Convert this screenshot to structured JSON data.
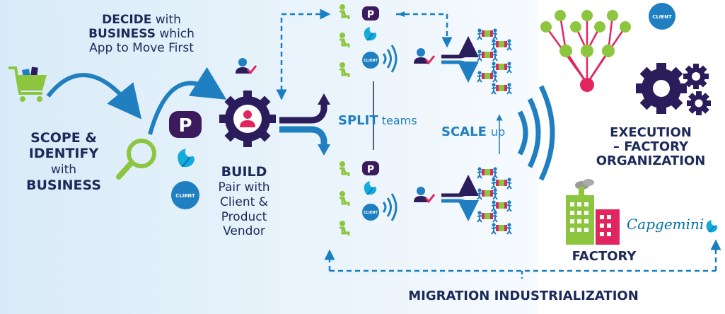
{
  "colors": {
    "navy": "#2b1d5c",
    "blue": "#1f7fc0",
    "sky": "#12abdb",
    "green": "#8cc63f",
    "purple": "#3b1a5e",
    "red": "#e1265f",
    "dashed_line": "#1a7fc0"
  },
  "decide": {
    "word_decide": "DECIDE",
    "with": " with",
    "word_business": "BUSINESS",
    "which": " which",
    "line3": "App to Move First"
  },
  "scope": {
    "line1": "SCOPE &",
    "line2": "IDENTIFY",
    "line3": "with",
    "line4": "BUSINESS"
  },
  "build": {
    "title": "BUILD",
    "line1": "Pair with",
    "line2": "Client &",
    "line3": "Product",
    "line4": "Vendor"
  },
  "split": {
    "word": "SPLIT",
    "rest": " teams"
  },
  "scale": {
    "word": "SCALE",
    "rest": "up"
  },
  "execution": {
    "line1": "EXECUTION",
    "line2": "– FACTORY",
    "line3": "ORGANIZATION"
  },
  "factory": {
    "label": "FACTORY",
    "brand": "Capgemini"
  },
  "migration": {
    "label": "MIGRATION INDUSTRIALIZATION"
  },
  "badges": {
    "p": "P",
    "client": "CLIENT"
  },
  "icons": [
    "shopping-cart-icon",
    "magnifier-icon",
    "p-badge-icon",
    "capgemini-spade-icon",
    "client-badge-icon",
    "user-check-icon",
    "gear-person-icon",
    "branch-arrow-icon",
    "wifi-waves-icon",
    "team-icon",
    "network-tree-icon",
    "gears-icon",
    "factory-building-icon",
    "capgemini-logo"
  ]
}
